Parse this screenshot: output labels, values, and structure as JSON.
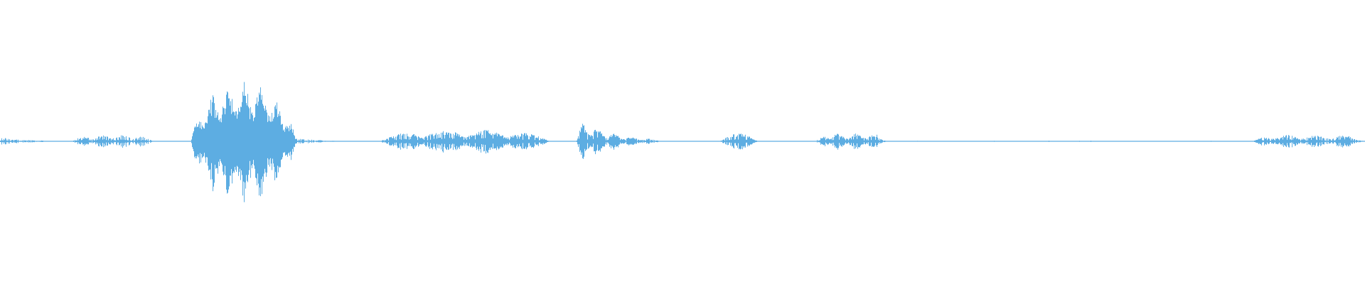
{
  "waveform": {
    "color": "#5dade2",
    "background": "#ffffff",
    "segments": [
      {
        "start": 0.0,
        "end": 0.052,
        "peak": 0.07,
        "shape": "decay",
        "density": 0.6
      },
      {
        "start": 0.052,
        "end": 0.112,
        "peak": 0.1,
        "shape": "lobes",
        "density": 0.6
      },
      {
        "start": 0.112,
        "end": 0.14,
        "peak": 0.01,
        "shape": "flat",
        "density": 0.3
      },
      {
        "start": 0.14,
        "end": 0.216,
        "peak": 0.95,
        "shape": "burst",
        "density": 1.0
      },
      {
        "start": 0.216,
        "end": 0.26,
        "peak": 0.06,
        "shape": "decay",
        "density": 0.5
      },
      {
        "start": 0.26,
        "end": 0.279,
        "peak": 0.01,
        "shape": "flat",
        "density": 0.2
      },
      {
        "start": 0.279,
        "end": 0.402,
        "peak": 0.18,
        "shape": "lobes",
        "density": 0.8
      },
      {
        "start": 0.402,
        "end": 0.422,
        "peak": 0.01,
        "shape": "flat",
        "density": 0.3
      },
      {
        "start": 0.422,
        "end": 0.482,
        "peak": 0.32,
        "shape": "attack",
        "density": 0.9
      },
      {
        "start": 0.482,
        "end": 0.527,
        "peak": 0.01,
        "shape": "flat",
        "density": 0.2
      },
      {
        "start": 0.527,
        "end": 0.555,
        "peak": 0.12,
        "shape": "bump",
        "density": 0.7
      },
      {
        "start": 0.555,
        "end": 0.597,
        "peak": 0.01,
        "shape": "flat",
        "density": 0.2
      },
      {
        "start": 0.597,
        "end": 0.65,
        "peak": 0.12,
        "shape": "plateau",
        "density": 0.8
      },
      {
        "start": 0.65,
        "end": 0.917,
        "peak": 0.01,
        "shape": "sparse",
        "density": 0.15
      },
      {
        "start": 0.917,
        "end": 1.0,
        "peak": 0.1,
        "shape": "plateau",
        "density": 0.8
      }
    ]
  }
}
